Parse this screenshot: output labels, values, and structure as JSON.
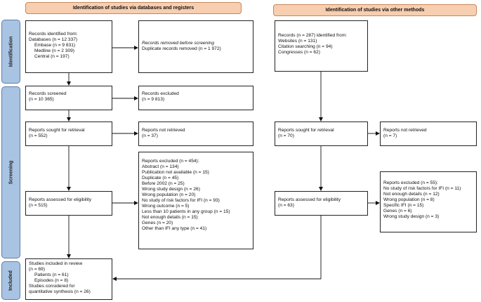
{
  "headers": {
    "databases": "Identification of studies via databases and registers",
    "other": "Identification of studies via other methods"
  },
  "phases": {
    "identification": "Identification",
    "screening": "Screening",
    "included": "Included"
  },
  "left": {
    "identified": [
      "Records identified from:",
      "Databases (n = 12 337)",
      "Embase (n = 9 831)",
      "Medline (n = 2 309)",
      "Central (n = 197)"
    ],
    "removed": [
      "Records removed before screening",
      "Duplicate records removed (n = 1 972)"
    ],
    "screened": [
      "Records screened",
      "(n = 10 365)"
    ],
    "excluded": [
      "Records excluded",
      "(n = 9 813)"
    ],
    "sought": [
      "Reports sought for retrieval",
      "(n = 552)"
    ],
    "not_retrieved": [
      "Reports not retrieved",
      "(n = 37)"
    ],
    "assessed": [
      "Reports assessed for eligibility",
      "(n = 515)"
    ],
    "reports_excluded": [
      "Reports excluded (n = 454):",
      "Abstract (n = 134)",
      "Publication not available (n = 15)",
      "Duplicate (n = 45)",
      "Before 2002 (n = 25)",
      "Wrong study design (n = 26)",
      "Wrong population (n = 20)",
      "No study of risk factors for IFI (n = 93)",
      "Wrong outcome (n = 5)",
      "Less than 10 patients in any group (n = 15)",
      "Not enough details (n = 15)",
      "Genes (n = 20)",
      "Other than IFI any type (n = 41)"
    ],
    "included": [
      "Studies included in review",
      "(n = 69)",
      "Patients (n = 61)",
      "Episodes (n = 8)",
      "Studies considered for",
      "quantitative synthesis (n = 26)"
    ]
  },
  "right": {
    "identified": [
      "Records (n = 287) identified from:",
      "Websites (n = 131)",
      "Citation searching (n = 94)",
      "Congresses (n = 62)"
    ],
    "sought": [
      "Reports sought for retrieval",
      "(n = 70)"
    ],
    "not_retrieved": [
      "Reports not retrieved",
      "(n = 7)"
    ],
    "assessed": [
      "Reports assessed for eligibility",
      "(n = 63)"
    ],
    "reports_excluded": [
      "Reports excluded (n = 55):",
      "No study of risk factors for IFI (n = 11)",
      "Not enough details (n = 12)",
      "Wrong population (n = 8)",
      "Specific IFI (n = 15)",
      "Genes (n = 6)",
      "Wrong study design (n = 3)"
    ]
  }
}
